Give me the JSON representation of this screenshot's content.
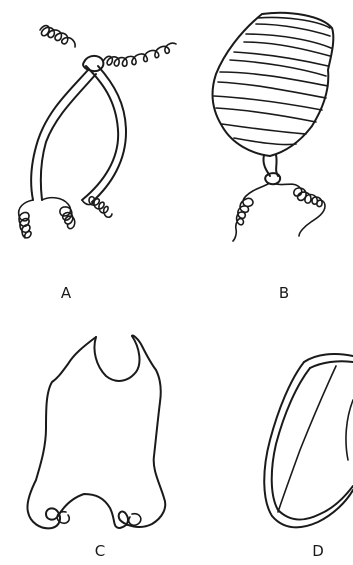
{
  "labels": {
    "a": "A",
    "b": "B",
    "c": "C",
    "d": "D"
  },
  "colors": {
    "ink": "#1a1a1a",
    "background": "#ffffff"
  }
}
